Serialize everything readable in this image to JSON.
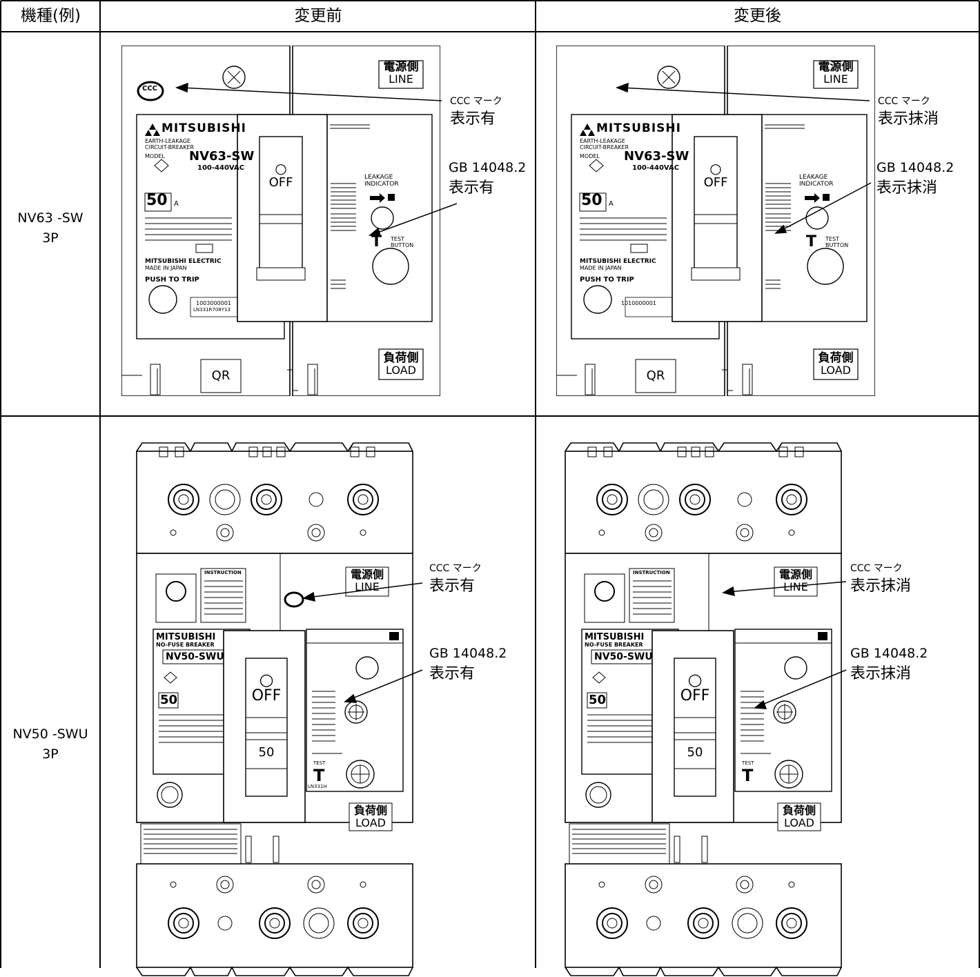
{
  "table": {
    "headers": [
      "機種(例)",
      "変更前",
      "変更後"
    ],
    "rows": [
      {
        "model_line1": "NV63 -SW",
        "model_line2": "3P"
      },
      {
        "model_line1": "NV50 -SWU",
        "model_line2": "3P"
      }
    ]
  },
  "annotations": {
    "ccc_mark": "CCC マーク",
    "gb": "GB 14048.2",
    "present": "表示有",
    "erased": "表示抹消"
  },
  "nv63": {
    "brand": "MITSUBISHI",
    "type1": "EARTH-LEAKAGE",
    "type2": "CIRCUIT-BREAKER",
    "model_label": "MODEL",
    "model": "NV63-SW",
    "rated": "100-440VAC",
    "current": "50",
    "amp": "A",
    "maker": "MITSUBISHI ELECTRIC",
    "made": "MADE IN JAPAN",
    "push": "PUSH TO TRIP",
    "off": "OFF",
    "line_kanji": "電源側",
    "line": "LINE",
    "load_kanji": "負荷側",
    "load": "LOAD",
    "leakage1": "LEAKAGE",
    "leakage2": "INDICATOR",
    "test1": "TEST",
    "test2": "BUTTON",
    "t": "T",
    "qr": "QR",
    "serial_before": "1003000001",
    "lot_before": "LN331R708Y13",
    "serial_after": "1010000001"
  },
  "nv50": {
    "brand": "MITSUBISHI",
    "sub": "NO-FUSE BREAKER",
    "model": "NV50-SWU",
    "current": "50",
    "off": "OFF",
    "handle": "50",
    "line_kanji": "電源側",
    "line": "LINE",
    "load_kanji": "負荷側",
    "load": "LOAD",
    "instruction": "INSTRUCTION",
    "t": "T",
    "test": "TEST",
    "lot": "LN331H"
  }
}
